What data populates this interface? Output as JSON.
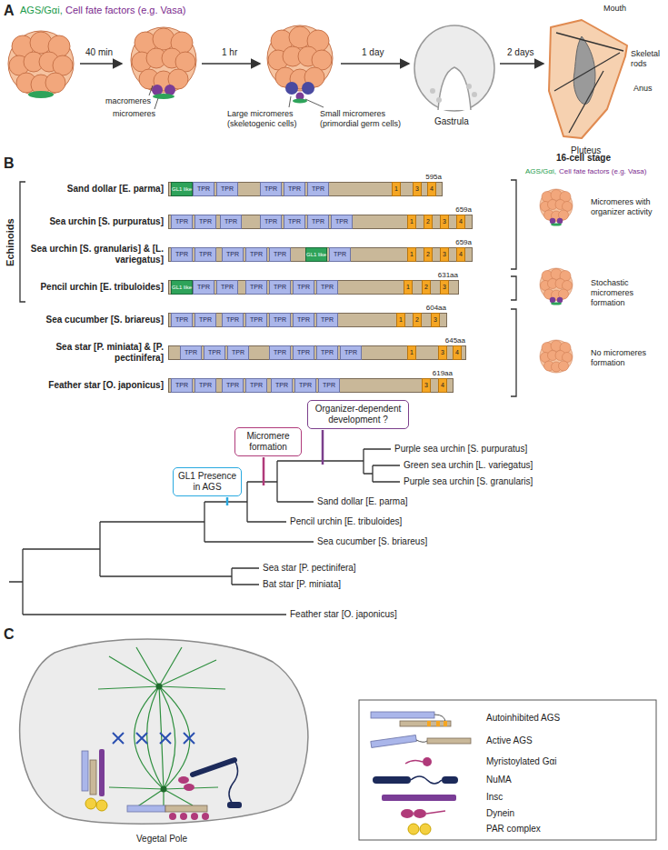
{
  "diagram": {
    "nodes": [
      {
        "text": [
          "Sand dollar [E. parma]",
          "595a"
        ]
      },
      {
        "text": [
          "GL1 like"
        ],
        "in": 0
      },
      {
        "text": [
          "TPR"
        ],
        "in": 0
      },
      {
        "text": [
          "TPR"
        ],
        "in": 0
      },
      {
        "text": [
          "TPR"
        ],
        "in": 0
      },
      {
        "text": [
          "TPR"
        ],
        "in": 0
      },
      {
        "text": [
          "TPR"
        ],
        "in": 0
      },
      {
        "text": [
          "1"
        ],
        "in": 0
      },
      {
        "text": [
          "3"
        ],
        "in": 0
      },
      {
        "text": [
          "4"
        ],
        "in": 0
      },
      {
        "text": [
          "Sea urchin [S. purpuratus]",
          "659a"
        ]
      },
      {
        "text": [
          "TPR"
        ],
        "in": 10
      },
      {
        "text": [
          "TPR"
        ],
        "in": 10
      },
      {
        "text": [
          "TPR"
        ],
        "in": 10
      },
      {
        "text": [
          "TPR"
        ],
        "in": 10
      },
      {
        "text": [
          "TPR"
        ],
        "in": 10
      },
      {
        "text": [
          "TPR"
        ],
        "in": 10
      },
      {
        "text": [
          "TPR"
        ],
        "in": 10
      },
      {
        "text": [
          "1"
        ],
        "in": 10
      },
      {
        "text": [
          "2"
        ],
        "in": 10
      },
      {
        "text": [
          "3"
        ],
        "in": 10
      },
      {
        "text": [
          "4"
        ],
        "in": 10
      },
      {
        "text": [
          "Sea urchin [S. granularis] & [L. variegatus]",
          "659a"
        ]
      },
      {
        "text": [
          "TPR"
        ],
        "in": 22
      },
      {
        "text": [
          "TPR"
        ],
        "in": 22
      },
      {
        "text": [
          "TPR"
        ],
        "in": 22
      },
      {
        "text": [
          "TPR"
        ],
        "in": 22
      },
      {
        "text": [
          "TPR"
        ],
        "in": 22
      },
      {
        "text": [
          "GL1 like"
        ],
        "in": 22
      },
      {
        "text": [
          "TPR"
        ],
        "in": 22
      },
      {
        "text": [
          "1"
        ],
        "in": 22
      },
      {
        "text": [
          "2"
        ],
        "in": 22
      },
      {
        "text": [
          "3"
        ],
        "in": 22
      },
      {
        "text": [
          "4"
        ],
        "in": 22
      },
      {
        "text": [
          "Pencil urchin [E. tribuloides]",
          "631aa"
        ]
      },
      {
        "text": [
          "GL1 like"
        ],
        "in": 34
      },
      {
        "text": [
          "TPR"
        ],
        "in": 34
      },
      {
        "text": [
          "TPR"
        ],
        "in": 34
      },
      {
        "text": [
          "TPR"
        ],
        "in": 34
      },
      {
        "text": [
          "TPR"
        ],
        "in": 34
      },
      {
        "text": [
          "TPR"
        ],
        "in": 34
      },
      {
        "text": [
          "TPR"
        ],
        "in": 34
      },
      {
        "text": [
          "1"
        ],
        "in": 34
      },
      {
        "text": [
          "2"
        ],
        "in": 34
      },
      {
        "text": [
          "3"
        ],
        "in": 34
      },
      {
        "text": [
          "Sea cucumber [S. briareus]",
          "604aa"
        ]
      },
      {
        "text": [
          "TPR"
        ],
        "in": 45
      },
      {
        "text": [
          "TPR"
        ],
        "in": 45
      },
      {
        "text": [
          "TPR"
        ],
        "in": 45
      },
      {
        "text": [
          "TPR"
        ],
        "in": 45
      },
      {
        "text": [
          "TPR"
        ],
        "in": 45
      },
      {
        "text": [
          "TPR"
        ],
        "in": 45
      },
      {
        "text": [
          "TPR"
        ],
        "in": 45
      },
      {
        "text": [
          "1"
        ],
        "in": 45
      },
      {
        "text": [
          "2"
        ],
        "in": 45
      },
      {
        "text": [
          "3"
        ],
        "in": 45
      },
      {
        "text": [
          "Sea star [P. miniata] & [P. pectinifera]",
          "645aa"
        ]
      },
      {
        "text": [
          "TPR"
        ],
        "in": 56
      },
      {
        "text": [
          "TPR"
        ],
        "in": 56
      },
      {
        "text": [
          "TPR"
        ],
        "in": 56
      },
      {
        "text": [
          "TPR"
        ],
        "in": 56
      },
      {
        "text": [
          "TPR"
        ],
        "in": 56
      },
      {
        "text": [
          "TPR"
        ],
        "in": 56
      },
      {
        "text": [
          "TPR"
        ],
        "in": 56
      },
      {
        "text": [
          "1"
        ],
        "in": 56
      },
      {
        "text": [
          "3"
        ],
        "in": 56
      },
      {
        "text": [
          "4"
        ],
        "in": 56
      },
      {
        "text": [
          "Feather star [O. japonicus]",
          "619aa"
        ]
      },
      {
        "text": [
          "TPR"
        ],
        "in": 67
      },
      {
        "text": [
          "TPR"
        ],
        "in": 67
      },
      {
        "text": [
          "TPR"
        ],
        "in": 67
      },
      {
        "text": [
          "TPR"
        ],
        "in": 67
      },
      {
        "text": [
          "TPR"
        ],
        "in": 67
      },
      {
        "text": [
          "TPR"
        ],
        "in": 67
      },
      {
        "text": [
          "TPR"
        ],
        "in": 67
      },
      {
        "text": [
          "3"
        ],
        "in": 67
      },
      {
        "text": [
          "4"
        ],
        "in": 67
      },
      {
        "text": [
          "Organizer-dependent development ?"
        ]
      },
      {
        "text": [
          "Micromere formation"
        ]
      },
      {
        "text": [
          "GL1 Presence in AGS"
        ]
      }
    ],
    "labels": [
      "A",
      "AGS/Gαi,",
      "Cell fate factors (e.g. Vasa)",
      "40 min",
      "1 hr",
      "1 day",
      "2 days",
      "macromeres",
      "micromeres",
      "Large micromeres (skeletogenic cells)",
      "Small micromeres (primordial germ cells)",
      "Gastrula",
      "Mouth",
      "Skeletal rods",
      "Anus",
      "Pluteus",
      "B",
      "Echinoids",
      "16-cell stage",
      "AGS/Gαi,",
      "Cell fate factors (e.g. Vasa)",
      "Micromeres with organizer activity",
      "Stochastic micromeres formation",
      "No micromeres formation",
      "Purple sea urchin [S. purpuratus]",
      "Green sea urchin [L. variegatus]",
      "Purple sea urchin [S. granularis]",
      "Sand dollar [E. parma]",
      "Pencil urchin [E. tribuloides]",
      "Sea cucumber [S. briareus]",
      "Sea star [P. pectinifera]",
      "Bat star [P. miniata]",
      "Feather star [O. japonicus]",
      "C",
      "Vegetal Pole"
    ],
    "legend": [
      {
        "text": "Autoinhibited AGS"
      },
      {
        "text": "Active AGS"
      },
      {
        "text": "Myristoylated Gαi"
      },
      {
        "text": "NuMA"
      },
      {
        "text": "Insc"
      },
      {
        "text": "Dynein"
      },
      {
        "text": "PAR complex"
      }
    ]
  }
}
